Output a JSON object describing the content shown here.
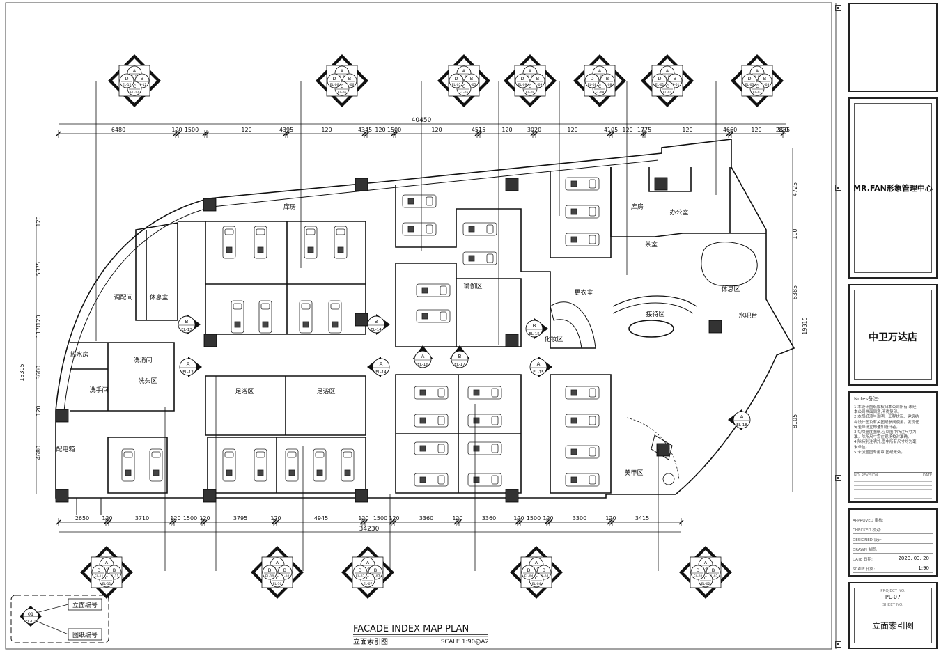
{
  "title_block": {
    "company": "MR.FAN形象管理中心",
    "store": "中卫万达店",
    "notes_title": "Notes备注:",
    "notes_lines": [
      "1.本设计图纸版权归本公司所有,未经",
      "本公司书面同意,不得复印。",
      "2.本图纸须与说明、工程状况、建筑结",
      "构设计图及有关图纸参阅使用。发现任",
      "何差异请立即通知设计者。",
      "3.切勿量度图纸,应以图中所注尺寸为",
      "准。除所尺寸需在现场校对准确。",
      "4.除特别注明外,图中所有尺寸均为毫",
      "米单位。",
      "5.未加盖图专用章,图纸无效。"
    ],
    "revision_header": [
      "NO. REVISION",
      "DATE"
    ],
    "fields": [
      {
        "en": "APPROVED",
        "cn": "审核:",
        "value": ""
      },
      {
        "en": "CHECKED",
        "cn": "校对:",
        "value": ""
      },
      {
        "en": "DESIGNED",
        "cn": "设计:",
        "value": ""
      },
      {
        "en": "DRAWN",
        "cn": "制图:",
        "value": ""
      },
      {
        "en": "DATE",
        "cn": "日期:",
        "value": "2023. 03. 20"
      },
      {
        "en": "SCALE",
        "cn": "比例:",
        "value": "1:90"
      }
    ],
    "project_no_label": "PROJECT NO.",
    "project_no": "PL-07",
    "sheet_no_label": "SHEET NO.",
    "sheet_name": "立面索引图"
  },
  "drawing": {
    "title_en": "FACADE INDEX MAP PLAN",
    "title_cn": "立面索引图",
    "scale": "SCALE 1:90@A2",
    "overall_top": "40450",
    "overall_bottom": "34230",
    "overall_right": "19315",
    "overall_left": "15305",
    "top_dims": [
      "6480",
      "120",
      "1500",
      "120",
      "4395",
      "120",
      "4345",
      "120",
      "1500",
      "120",
      "4515",
      "120",
      "3020",
      "120",
      "4105",
      "120",
      "1775",
      "120",
      "4660",
      "120",
      "2835",
      "120"
    ],
    "bottom_dims": [
      "2650",
      "120",
      "3710",
      "120",
      "1500",
      "120",
      "3795",
      "120",
      "4945",
      "120",
      "1500",
      "120",
      "3360",
      "120",
      "3360",
      "120",
      "1500",
      "120",
      "3300",
      "120",
      "3415"
    ],
    "left_dims": [
      "120",
      "5375",
      "120",
      "1170",
      "3600",
      "120",
      "4680"
    ],
    "right_dims": [
      "4725",
      "100",
      "6385",
      "8105"
    ]
  },
  "rooms": [
    "库房",
    "库房",
    "办公室",
    "茶室",
    "休息区",
    "瑜伽区",
    "更衣室",
    "接待区",
    "水吧台",
    "化妆区",
    "调配间",
    "休息室",
    "热水房",
    "洗消间",
    "洗手间",
    "洗头区",
    "配电箱",
    "足浴区",
    "足浴区",
    "美甲区"
  ],
  "markers_top": [
    {
      "A": "A",
      "B": "B",
      "C": "C",
      "D": "D",
      "id": "EL-12"
    },
    {
      "A": "A",
      "B": "B",
      "C": "C",
      "D": "D",
      "id": "EL-06"
    },
    {
      "A": "A",
      "B": "B",
      "C": "C",
      "D": "D",
      "id": "EL-05"
    },
    {
      "A": "A",
      "B": "B",
      "C": "C",
      "D": "D",
      "id": "EL-09"
    },
    {
      "A": "A",
      "B": "B",
      "C": "C",
      "D": "D",
      "id": "EL-08"
    },
    {
      "A": "A",
      "B": "B",
      "C": "C",
      "D": "D",
      "id": "EL-01"
    },
    {
      "A": "A",
      "B": "B",
      "C": "C",
      "D": "D",
      "id": "EL-03"
    }
  ],
  "markers_bottom": [
    {
      "id": "EL-11"
    },
    {
      "id": "EL-10"
    },
    {
      "id": "EL-07"
    },
    {
      "id": "EL-04"
    },
    {
      "id": "EL-02"
    }
  ],
  "single_markers": [
    {
      "letter": "B",
      "id": "EL-13"
    },
    {
      "letter": "A",
      "id": "EL-13"
    },
    {
      "letter": "B",
      "id": "EL-14"
    },
    {
      "letter": "A",
      "id": "EL-14"
    },
    {
      "letter": "A",
      "id": "EL-16"
    },
    {
      "letter": "B",
      "id": "EL-17"
    },
    {
      "letter": "B",
      "id": "EL-15"
    },
    {
      "letter": "A",
      "id": "EL-15"
    },
    {
      "letter": "A",
      "id": "EL-18"
    }
  ],
  "legend": {
    "num": "01",
    "sheet": "EL-01",
    "label1": "立面编号",
    "label2": "图纸编号"
  }
}
